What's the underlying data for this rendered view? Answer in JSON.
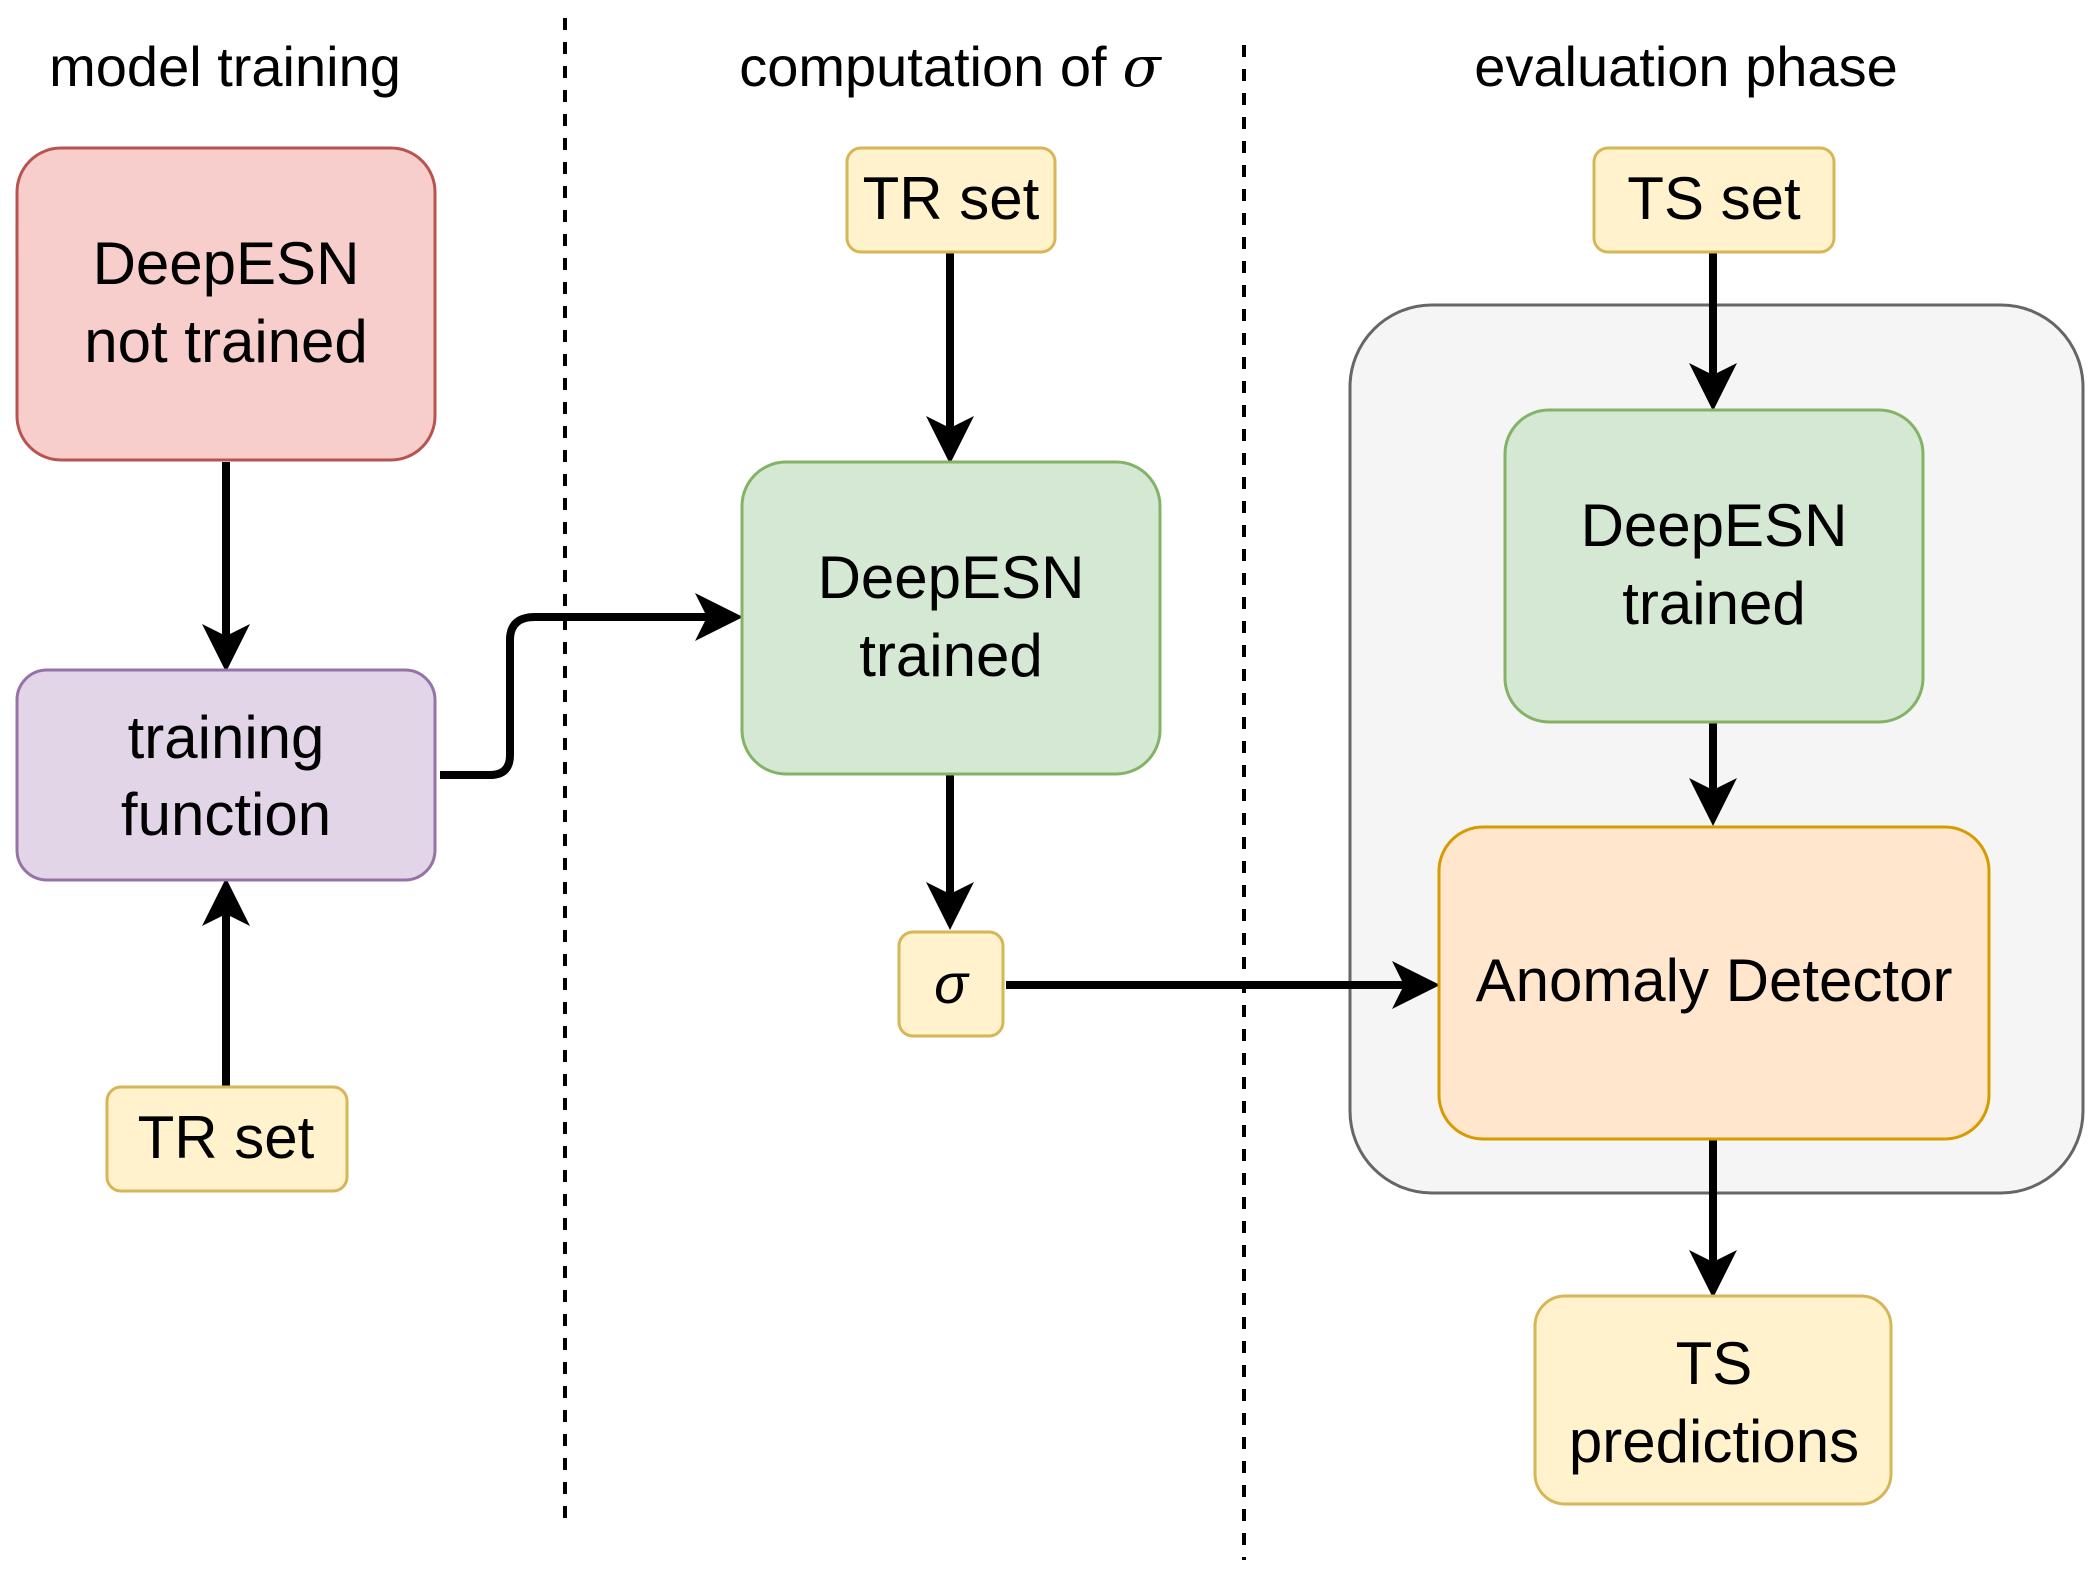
{
  "sections": {
    "model_training": "model training",
    "computation": "computation of",
    "computation_symbol": "σ",
    "evaluation": "evaluation phase"
  },
  "nodes": {
    "deepesn_not_trained": {
      "line1": "DeepESN",
      "line2": "not trained",
      "fill": "#f8cecc",
      "stroke": "#b85450"
    },
    "training_function": {
      "line1": "training",
      "line2": "function",
      "fill": "#e1d5e7",
      "stroke": "#9673a6"
    },
    "tr_set_left": {
      "label": "TR set",
      "fill": "#fff2cc",
      "stroke": "#d6b656"
    },
    "tr_set_mid": {
      "label": "TR set",
      "fill": "#fff2cc",
      "stroke": "#d6b656"
    },
    "deepesn_trained_mid": {
      "line1": "DeepESN",
      "line2": "trained",
      "fill": "#d5e8d4",
      "stroke": "#82b366"
    },
    "sigma": {
      "label": "σ",
      "fill": "#fff2cc",
      "stroke": "#d6b656"
    },
    "ts_set": {
      "label": "TS set",
      "fill": "#fff2cc",
      "stroke": "#d6b656"
    },
    "deepesn_trained_right": {
      "line1": "DeepESN",
      "line2": "trained",
      "fill": "#d5e8d4",
      "stroke": "#82b366"
    },
    "anomaly_detector": {
      "label": "Anomaly Detector",
      "fill": "#ffe6cc",
      "stroke": "#d79b00"
    },
    "ts_predictions": {
      "line1": "TS",
      "line2": "predictions",
      "fill": "#fff2cc",
      "stroke": "#d6b656"
    }
  },
  "group": {
    "fill": "#f5f5f5",
    "stroke": "#666666"
  }
}
